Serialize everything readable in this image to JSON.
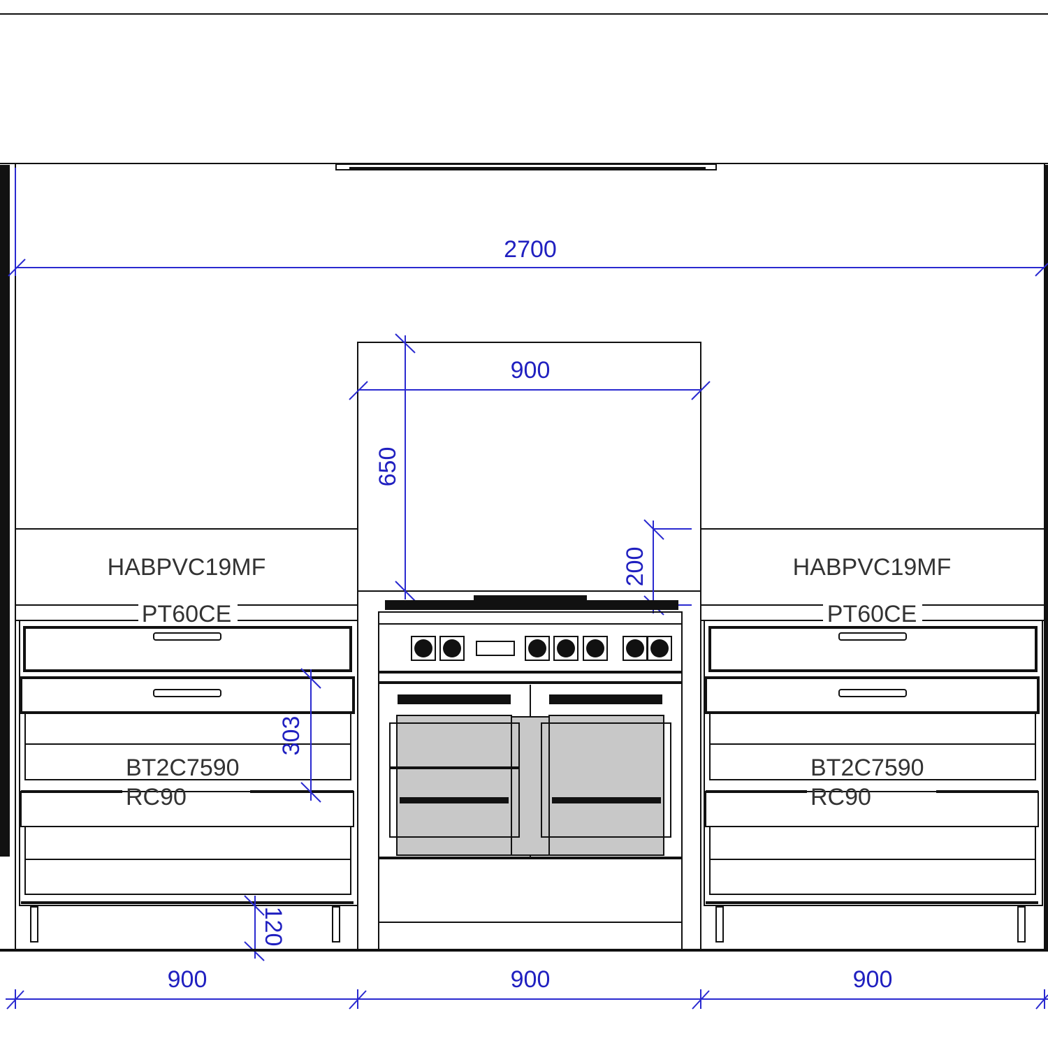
{
  "colors": {
    "dimension": "#2020c0",
    "line": "#111111",
    "oven_fill": "#c8c8c8"
  },
  "dimensions": {
    "overall_width": "2700",
    "splashback_width": "900",
    "splashback_height": "650",
    "hob_gap": "200",
    "drawer_height": "303",
    "plinth_height": "120",
    "bottom": [
      "900",
      "900",
      "900"
    ]
  },
  "labels": {
    "left_panel": "HABPVC19MF",
    "left_worktop": "PT60CE",
    "left_cabinet_1": "BT2C7590",
    "left_cabinet_2": "RC90",
    "right_panel": "HABPVC19MF",
    "right_worktop": "PT60CE",
    "right_cabinet_1": "BT2C7590",
    "right_cabinet_2": "RC90"
  }
}
